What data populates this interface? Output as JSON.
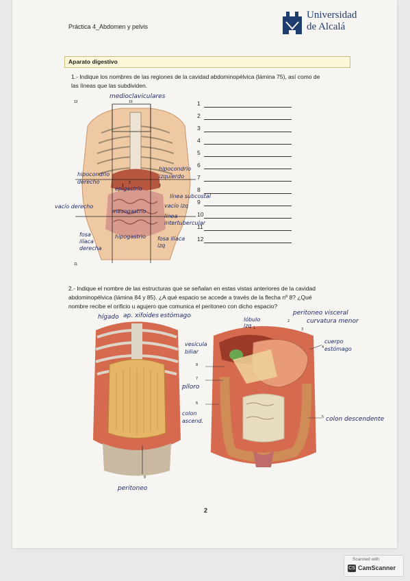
{
  "header": {
    "practice_title": "Práctica 4_Abdomen y pelvis",
    "university_line1": "Universidad",
    "university_line2": "de Alcalá"
  },
  "section": {
    "title": "Aparato digestivo"
  },
  "question1": {
    "line1": "1.- Indique los nombres de las regiones de la cavidad abdominopélvica (lámina 75), así como de",
    "line2": "las líneas que las subdividen.",
    "answer_numbers": [
      "1",
      "2",
      "3",
      "4",
      "5",
      "6",
      "7",
      "8",
      "9",
      "10",
      "11",
      "12"
    ],
    "figure_numbers": {
      "n10": "10",
      "n12": "12",
      "n11": "11",
      "n1": "1",
      "n2": "2",
      "n3": "3"
    },
    "handwritten": {
      "top": "medioclaviculares",
      "hipo_left": "hipocondrio derecho",
      "hipo_right": "hipocondrio izquierdo",
      "epigastrio": "epigastrio",
      "subcostal": "línea subcostal",
      "vacio_derecho": "vacío derecho",
      "vacio_izq": "vacío izq",
      "mesogastrio": "mesogastrio",
      "intertubercular": "línea intertubercular",
      "fosa_left": "fosa ilíaca derecha",
      "hipogastrio": "hipogastrio",
      "fosa_right": "fosa ilíaca izq"
    }
  },
  "question2": {
    "line1": "2.- Indique el nombre de las estructuras que se señalan en estas vistas anteriores de la cavidad",
    "line2": "abdominopélvica (lámina 84 y 85). ¿A qué espacio se accede a través de la flecha nº 8? ¿Qué",
    "line3": "nombre recibe el orificio u agujero que comunica el peritoneo con dicho espacio?",
    "handwritten": {
      "higado": "hígado",
      "ap_xifoides": "ap. xifoides",
      "estomago": "estómago",
      "lobulo": "lóbulo izq",
      "peritoneo_visceral": "peritoneo visceral",
      "curvatura": "curvatura menor",
      "vesicula": "vesícula biliar",
      "cuerpo": "cuerpo estómago",
      "piloro": "píloro",
      "colon_asc": "colon ascend.",
      "colon_desc": "colon descendente",
      "peritoneo": "peritoneo"
    },
    "labels": {
      "n1": "1",
      "n2": "2",
      "n3": "3",
      "n4": "4",
      "n5": "5",
      "n6": "6",
      "n7": "7",
      "n8": "8",
      "n9": "9"
    }
  },
  "footer": {
    "page_number": "2",
    "scanned_with": "Scanned with",
    "app_name": "CamScanner",
    "app_icon": "CS"
  },
  "colors": {
    "handwriting": "#1c2a6b",
    "header_blue": "#1f3d6e",
    "section_bg": "#fbf7d8"
  }
}
